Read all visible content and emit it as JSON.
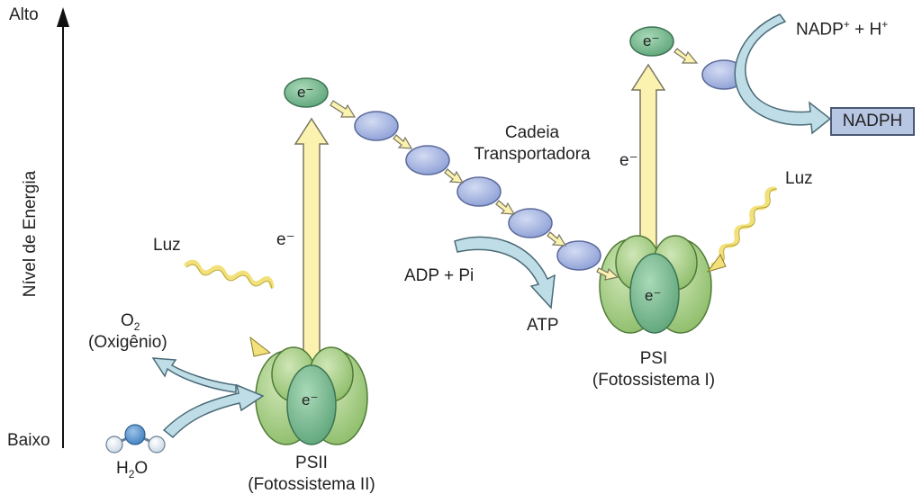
{
  "axis": {
    "high": "Alto",
    "low": "Baixo",
    "title": "Nível de Energia"
  },
  "psii": {
    "name": "PSII",
    "full_name": "(Fotossistema II)",
    "electron": "e⁻"
  },
  "psi": {
    "name": "PSI",
    "full_name": "(Fotossistema I)",
    "electron": "e⁻"
  },
  "electrons": {
    "psii_top": "e⁻",
    "psi_top": "e⁻",
    "psii_arrow": "e⁻",
    "psi_arrow": "e⁻"
  },
  "light": {
    "left": "Luz",
    "right": "Luz"
  },
  "water": {
    "formula_main": "H",
    "formula_sub": "2",
    "formula_end": "O"
  },
  "oxygen": {
    "formula_main": "O",
    "formula_sub": "2",
    "name": "(Oxigênio)"
  },
  "chain": {
    "line1": "Cadeia",
    "line2": "Transportadora"
  },
  "atp": {
    "reactants": "ADP + Pi",
    "product": "ATP"
  },
  "nadp": {
    "text": "NADP",
    "sup1": "+",
    "plus": " + H",
    "sup2": "+",
    "product": "NADPH"
  },
  "colors": {
    "green_light": "#a9cf8a",
    "green_dark": "#6fa04f",
    "green_center": "#7fbf95",
    "carrier": "#a9b8e2",
    "carrier_stroke": "#5b6a9a",
    "yellow_arrow": "#fbf2b0",
    "arrow_stroke": "#7a7660",
    "blue_arrow": "#bfdde6",
    "nadph_box": "#b7c6e3"
  }
}
